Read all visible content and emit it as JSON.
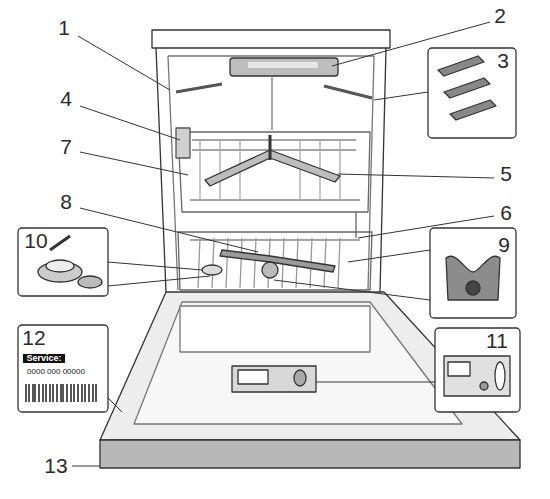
{
  "diagram": {
    "labels": [
      "1",
      "2",
      "3",
      "4",
      "5",
      "6",
      "7",
      "8",
      "9",
      "10",
      "11",
      "12",
      "Service:",
      "0000 000 00000",
      "13"
    ]
  }
}
